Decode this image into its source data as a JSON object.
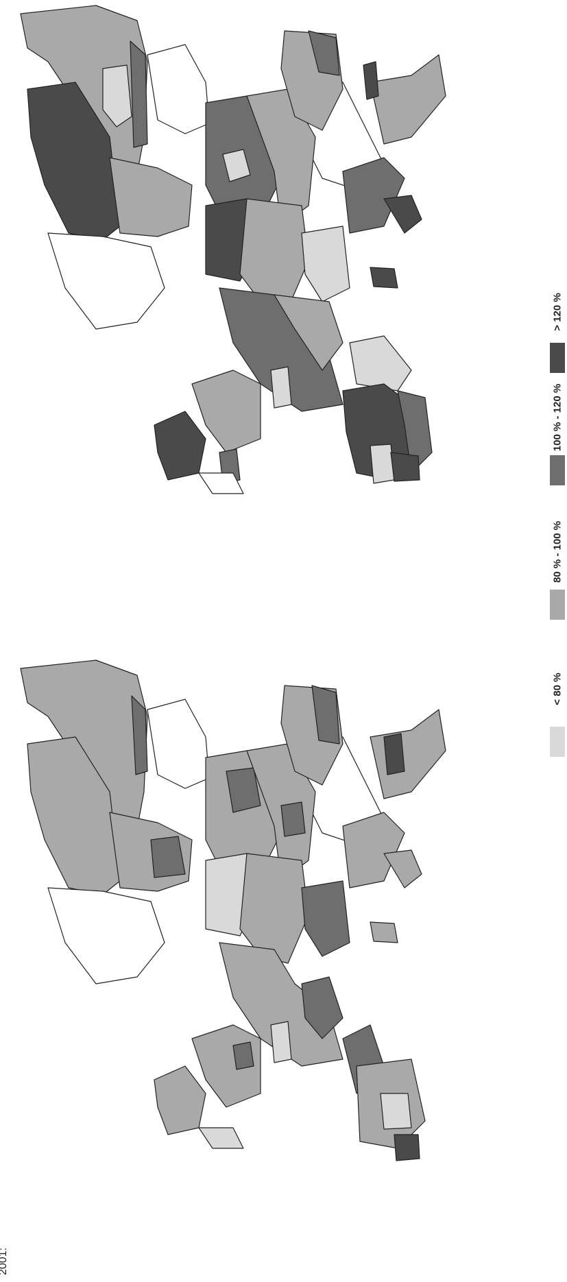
{
  "caption_fragment": "2001:",
  "legend": {
    "items": [
      {
        "label": "< 80 %",
        "color": "#d9d9d9"
      },
      {
        "label": "80 % - 100 %",
        "color": "#a9a9a9"
      },
      {
        "label": "100 % - 120 %",
        "color": "#6e6e6e"
      },
      {
        "label": "> 120 %",
        "color": "#4a4a4a"
      }
    ]
  },
  "map_panels": [
    "top",
    "bottom"
  ]
}
